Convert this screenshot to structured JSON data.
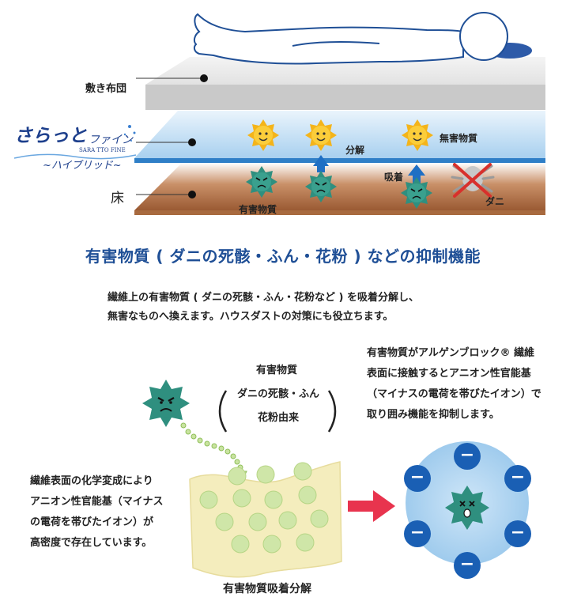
{
  "layers": {
    "futon_label": "敷き布団",
    "floor_label": "床"
  },
  "brand": {
    "name_kana": "さらっと",
    "name_fine": "ファイン",
    "name_roman": "SARA TTO FINE",
    "name_sub": "~ハイブリッド~"
  },
  "annotations": {
    "decompose": "分解",
    "harmless": "無害物質",
    "adsorb": "吸着",
    "harmful": "有害物質",
    "mite": "ダニ"
  },
  "headline": "有害物質 ( ダニの死骸・ふん・花粉 ) などの抑制機能",
  "description": [
    "繊維上の有害物質 ( ダニの死骸・ふん・花粉など ) を吸着分解し、",
    "無害なものへ換えます。ハウスダストの対策にも役立ちます。"
  ],
  "mechanism": {
    "harmful_title": "有害物質",
    "harmful_line1": "ダニの死骸・ふん",
    "harmful_line2": "花粉由来",
    "fiber_text": [
      "繊維表面の化学変成により",
      "アニオン性官能基（マイナス",
      "の電荷を帯びたイオン）が",
      "高密度で存在しています。"
    ],
    "fiber_caption": "有害物質吸着分解",
    "right_text": [
      "有害物質がアルゲンブロック® 繊維",
      "表面に接触するとアニオン性官能基",
      "（マイナスの電荷を帯びたイオン）で",
      "取り囲み機能を抑制します。"
    ],
    "ion_symbol": "−"
  },
  "colors": {
    "title_blue": "#1f4f96",
    "harmful_green": "#2f8f7f",
    "harmless_yellow": "#f4b41a",
    "arrow_red": "#e8344e",
    "ion_blue": "#1a5fb4",
    "brown_layer": "#a86a3f",
    "blue_layer": "#a8d0ef"
  }
}
